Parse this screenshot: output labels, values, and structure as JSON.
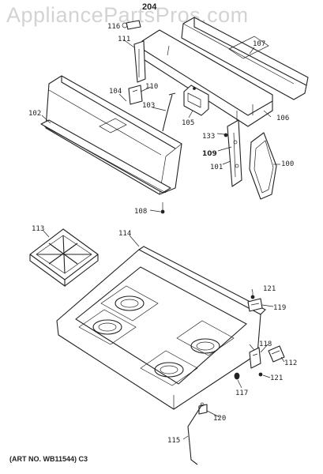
{
  "watermark": "AppliancePartsPros.com",
  "page_ref": "204",
  "art_no": "(ART NO. WB11544) C3",
  "labels": {
    "p100": "100",
    "p101": "101",
    "p102": "102",
    "p103": "103",
    "p104": "104",
    "p105": "105",
    "p106": "106",
    "p107": "107",
    "p108": "108",
    "p109": "109",
    "p110": "110",
    "p111": "111",
    "p112": "112",
    "p113": "113",
    "p114": "114",
    "p115": "115",
    "p116": "116",
    "p117": "117",
    "p118": "118",
    "p119": "119",
    "p120": "120",
    "p121a": "121",
    "p121b": "121",
    "p133": "133"
  }
}
